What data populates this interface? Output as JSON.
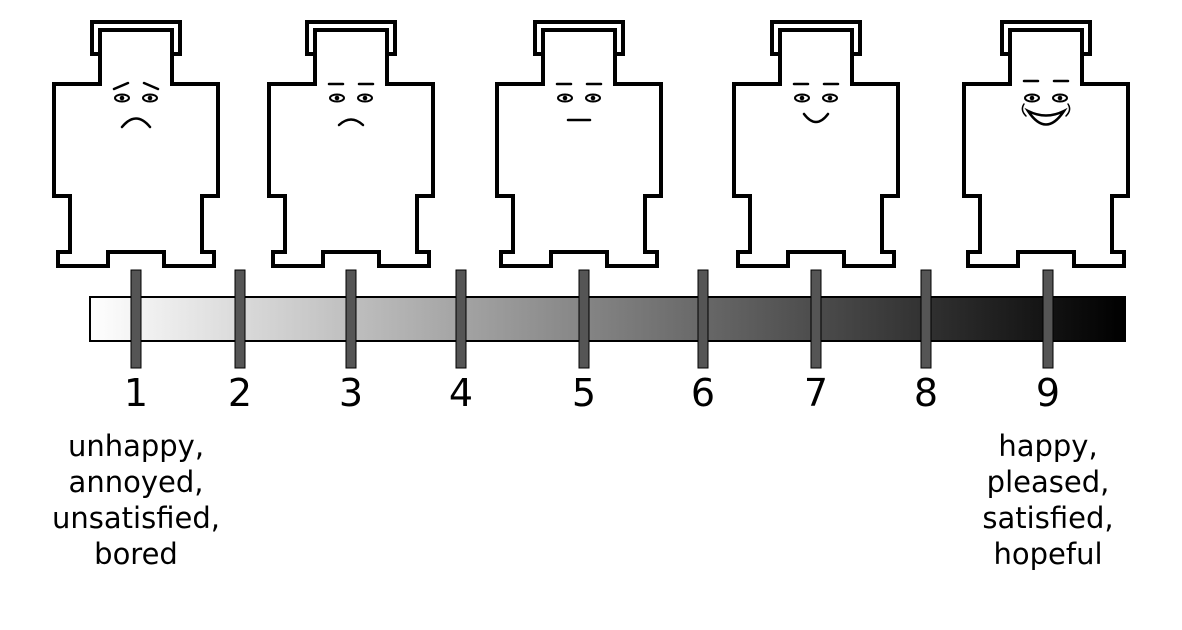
{
  "scale": {
    "ticks": [
      "1",
      "2",
      "3",
      "4",
      "5",
      "6",
      "7",
      "8",
      "9"
    ],
    "gradient": {
      "from": "#ffffff",
      "to": "#000000"
    },
    "tick_color": "#555555"
  },
  "figures": [
    {
      "rating": "1",
      "expression": "very-sad"
    },
    {
      "rating": "3",
      "expression": "sad"
    },
    {
      "rating": "5",
      "expression": "neutral"
    },
    {
      "rating": "7",
      "expression": "smile"
    },
    {
      "rating": "9",
      "expression": "very-happy"
    }
  ],
  "anchors": {
    "low": {
      "lines": [
        "unhappy,",
        "annoyed,",
        "unsatisfied,",
        "bored"
      ]
    },
    "high": {
      "lines": [
        "happy,",
        "pleased,",
        "satisfied,",
        "hopeful"
      ]
    }
  }
}
